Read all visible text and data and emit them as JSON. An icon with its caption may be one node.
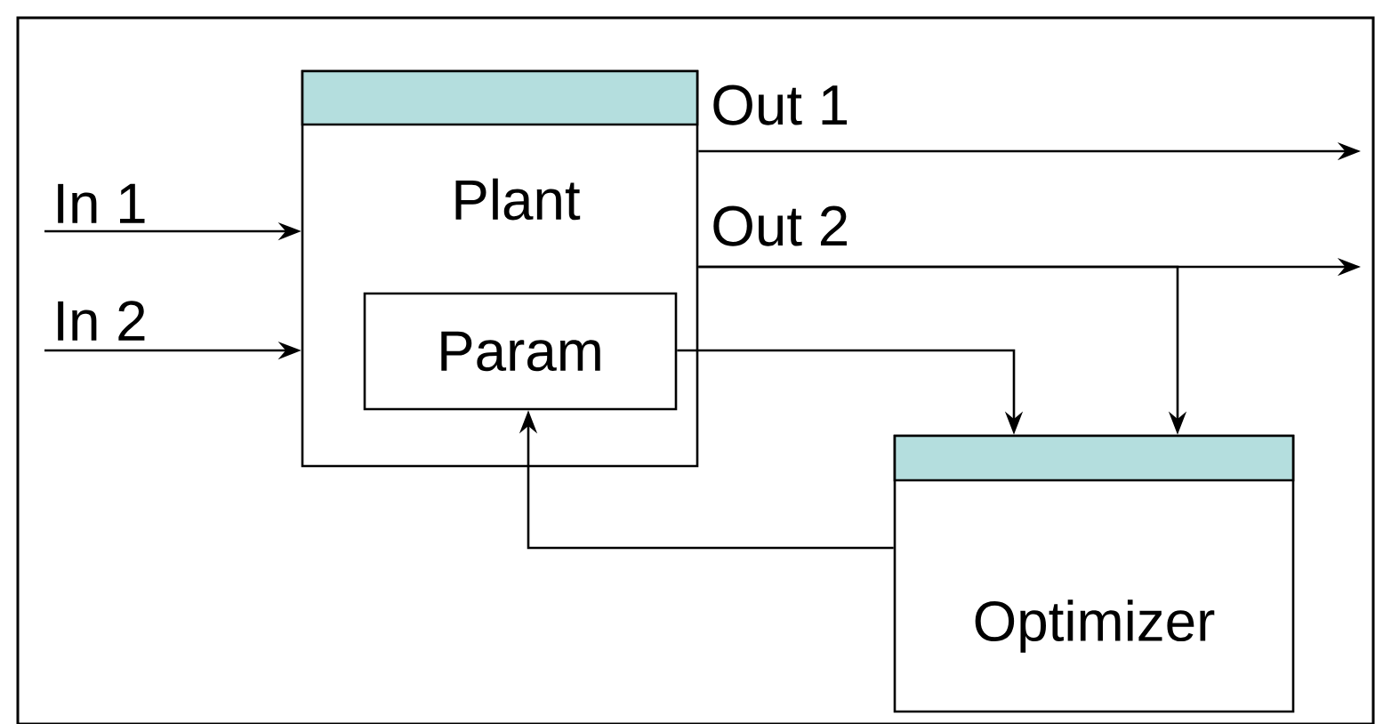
{
  "diagram": {
    "nodes": [
      {
        "text": [
          "Plant"
        ]
      },
      {
        "text": [
          "Param"
        ],
        "in": 0
      },
      {
        "text": [
          "Optimizer"
        ]
      }
    ],
    "edges": [
      {
        "from": null,
        "to": 0,
        "arrow": "to",
        "label": "In 1"
      },
      {
        "from": null,
        "to": 0,
        "arrow": "to",
        "label": "In 2"
      },
      {
        "from": 0,
        "to": null,
        "arrow": "to",
        "label": "Out 1"
      },
      {
        "from": 0,
        "to": null,
        "arrow": "to",
        "label": "Out 2"
      },
      {
        "from": 0,
        "to": 2,
        "arrow": "to"
      },
      {
        "from": 1,
        "to": 2,
        "arrow": "to"
      },
      {
        "from": 2,
        "to": 1,
        "arrow": "to"
      }
    ]
  }
}
